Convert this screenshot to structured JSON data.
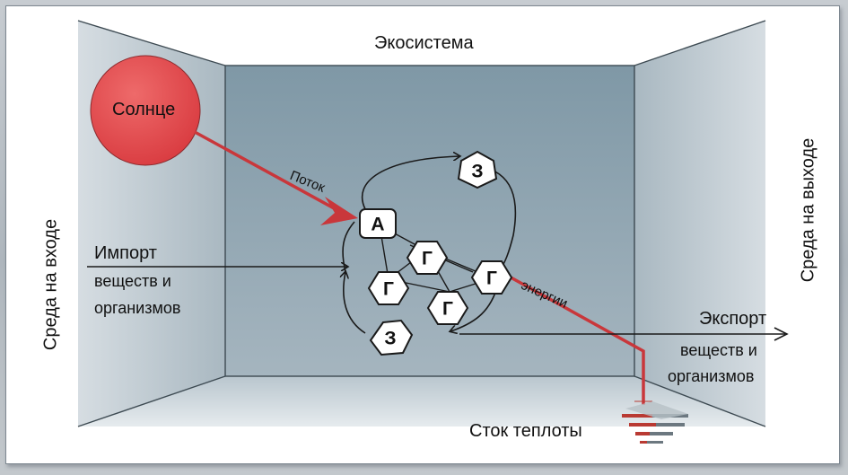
{
  "title": "Экосистема",
  "sun_label": "Солнце",
  "flow_label": "Поток",
  "energy_label": "энергии",
  "input_env": "Среда на входе",
  "output_env": "Среда на выходе",
  "import": {
    "line1": "Импорт",
    "line2": "веществ и",
    "line3": "организмов"
  },
  "export": {
    "line1": "Экспорт",
    "line2": "веществ и",
    "line3": "организмов"
  },
  "heat_sink": "Сток теплоты",
  "nodes": {
    "autotroph": "А",
    "heterotroph": "Г",
    "detritivore": "З"
  },
  "colors": {
    "sun": "#e0474b",
    "energy_flow": "#c9373b",
    "room_wall": "#5f7d8e",
    "side_wall": "#8fa3ae",
    "heat_ground": "#b93a33"
  }
}
